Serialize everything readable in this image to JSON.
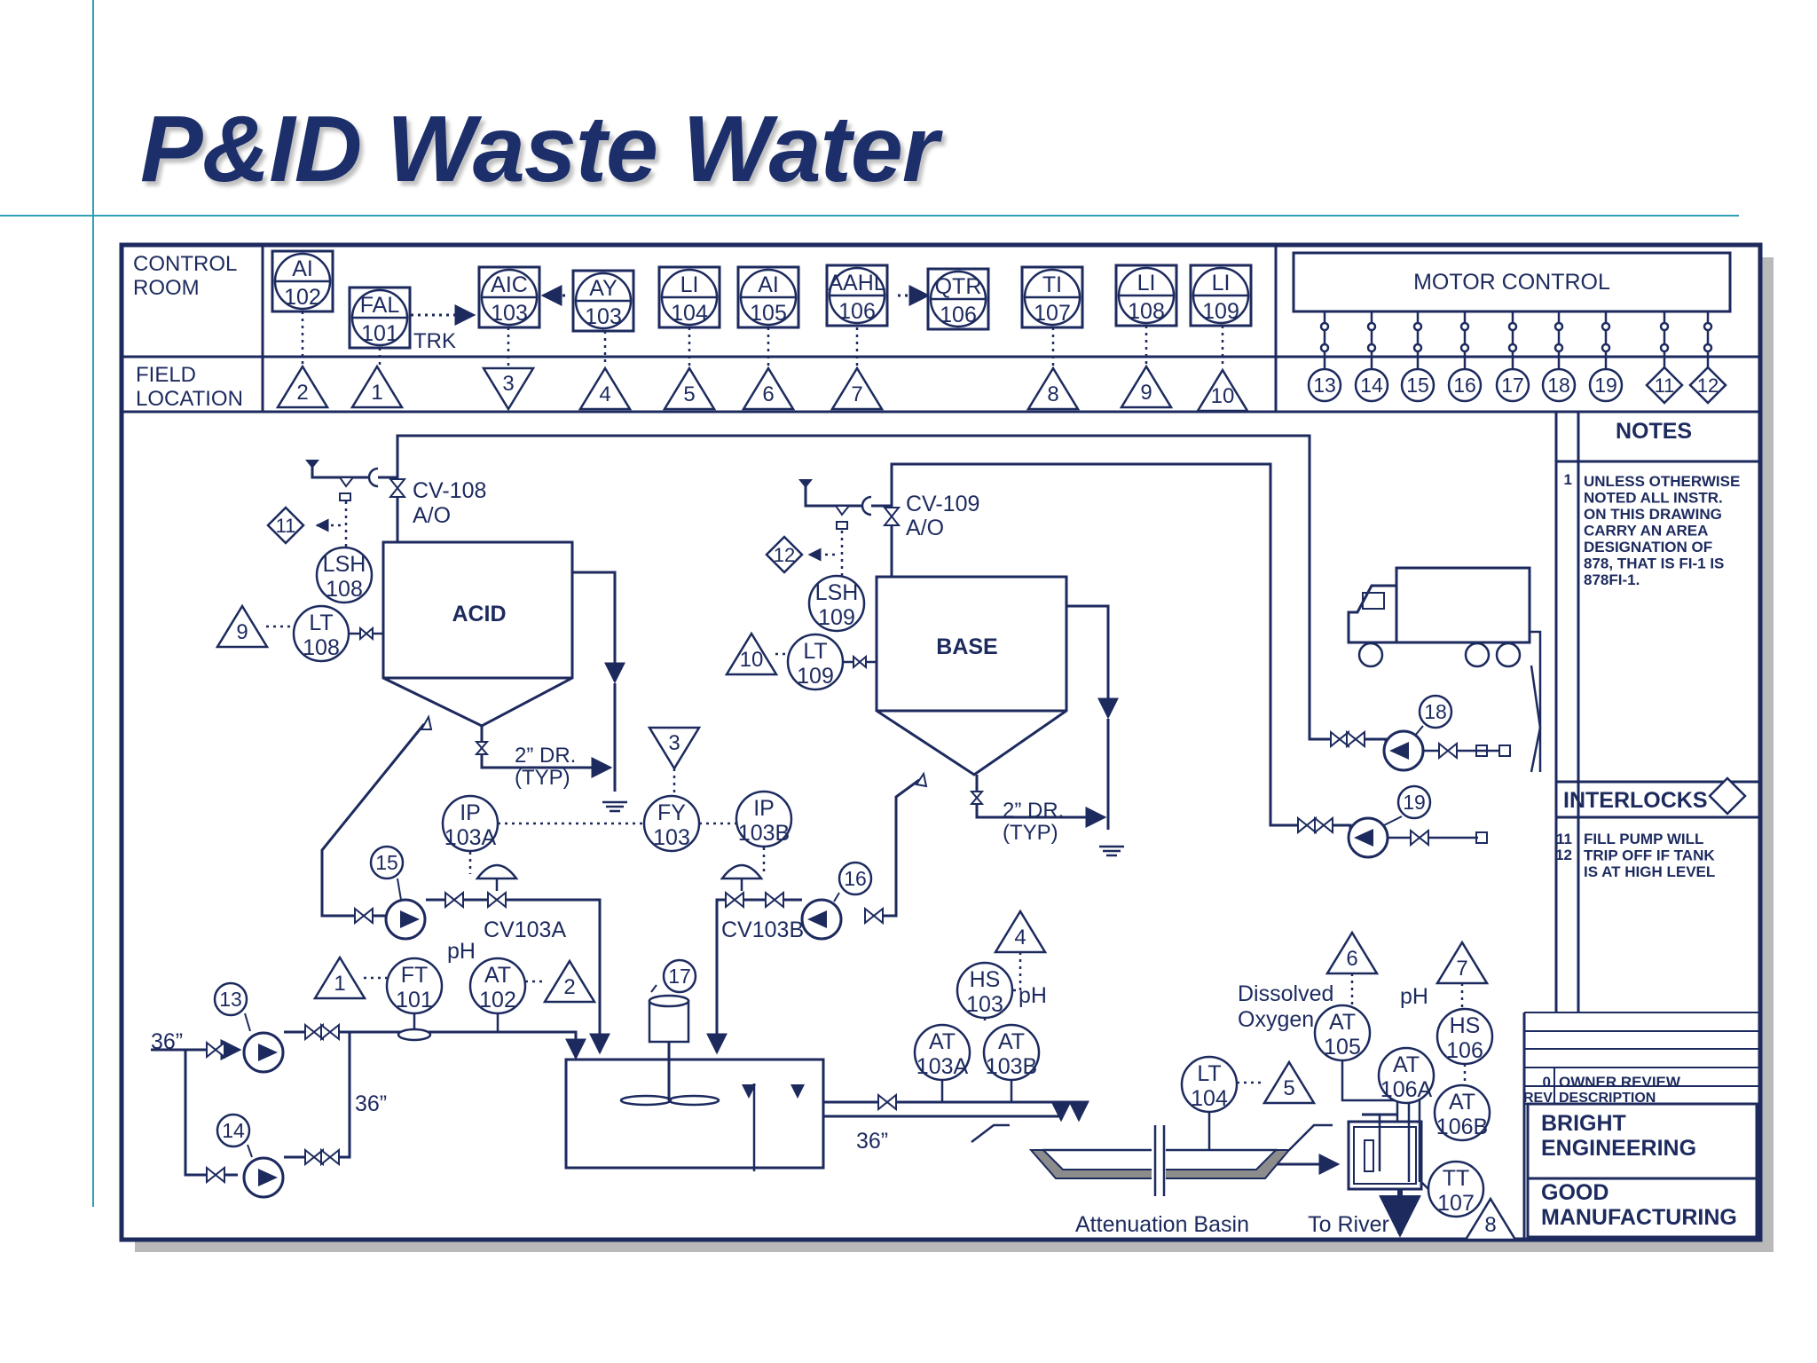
{
  "title": "P&ID Waste Water",
  "header": {
    "control_room": [
      "CONTROL",
      "ROOM"
    ],
    "field_location": [
      "FIELD",
      "LOCATION"
    ],
    "trk": "TRK",
    "motor_control": "MOTOR CONTROL"
  },
  "panel_instruments": [
    {
      "tag": "AI",
      "num": "102"
    },
    {
      "tag": "FAL",
      "num": "101"
    },
    {
      "tag": "AIC",
      "num": "103"
    },
    {
      "tag": "AY",
      "num": "103"
    },
    {
      "tag": "LI",
      "num": "104"
    },
    {
      "tag": "AI",
      "num": "105"
    },
    {
      "tag": "AAHL",
      "num": "106"
    },
    {
      "tag": "QTR",
      "num": "106"
    },
    {
      "tag": "TI",
      "num": "107"
    },
    {
      "tag": "LI",
      "num": "108"
    },
    {
      "tag": "LI",
      "num": "109"
    }
  ],
  "field_triangles": [
    "2",
    "1",
    "3",
    "4",
    "5",
    "6",
    "7",
    "8",
    "9",
    "10"
  ],
  "motor_circles": [
    "13",
    "14",
    "15",
    "16",
    "17",
    "18",
    "19"
  ],
  "motor_diamonds": [
    "11",
    "12"
  ],
  "notes": {
    "title": "NOTES",
    "number": "1",
    "lines": [
      "UNLESS OTHERWISE",
      "NOTED ALL INSTR.",
      "ON THIS DRAWING",
      "CARRY AN AREA",
      "DESIGNATION OF",
      "878, THAT IS FI-1 IS",
      "878FI-1."
    ]
  },
  "interlocks": {
    "title": "INTERLOCKS",
    "numbers": [
      "11",
      "12"
    ],
    "lines": [
      "FILL PUMP WILL",
      "TRIP OFF IF TANK",
      "IS AT HIGH LEVEL"
    ]
  },
  "revision": {
    "rev": "0",
    "desc": "OWNER REVIEW",
    "rev_header": "REV",
    "desc_header": "DESCRIPTION"
  },
  "title_block": {
    "company": [
      "BRIGHT",
      "ENGINEERING"
    ],
    "client": [
      "GOOD",
      "MANUFACTURING"
    ]
  },
  "tanks": {
    "acid": "ACID",
    "base": "BASE"
  },
  "valves": {
    "cv108": [
      "CV-108",
      "A/O"
    ],
    "cv109": [
      "CV-109",
      "A/O"
    ],
    "cv103a": "CV103A",
    "cv103b": "CV103B"
  },
  "process_instruments": [
    {
      "tag": "LSH",
      "num": "108"
    },
    {
      "tag": "LT",
      "num": "108"
    },
    {
      "tag": "LSH",
      "num": "109"
    },
    {
      "tag": "LT",
      "num": "109"
    },
    {
      "tag": "IP",
      "num": "103A"
    },
    {
      "tag": "FY",
      "num": "103"
    },
    {
      "tag": "IP",
      "num": "103B"
    },
    {
      "tag": "FT",
      "num": "101"
    },
    {
      "tag": "AT",
      "num": "102"
    },
    {
      "tag": "HS",
      "num": "103"
    },
    {
      "tag": "AT",
      "num": "103A"
    },
    {
      "tag": "AT",
      "num": "103B"
    },
    {
      "tag": "LT",
      "num": "104"
    },
    {
      "tag": "AT",
      "num": "105"
    },
    {
      "tag": "HS",
      "num": "106"
    },
    {
      "tag": "AT",
      "num": "106A"
    },
    {
      "tag": "AT",
      "num": "106B"
    },
    {
      "tag": "TT",
      "num": "107"
    }
  ],
  "pump_numbers": [
    "13",
    "14",
    "15",
    "16",
    "17",
    "18",
    "19"
  ],
  "process_triangles": [
    "9",
    "10",
    "3",
    "1",
    "2",
    "4",
    "5",
    "6",
    "7",
    "8"
  ],
  "process_diamonds": [
    "11",
    "12"
  ],
  "labels": {
    "drain": [
      "2” DR.",
      "(TYP)"
    ],
    "pipe_36": "36”",
    "ph": "pH",
    "dissolved": [
      "Dissolved",
      "Oxygen"
    ],
    "attenuation_basin": "Attenuation Basin",
    "to_river": "To River"
  },
  "colors": {
    "ink": "#1c2a5e",
    "title": "#1c2f6b",
    "guide": "#2e9fb4",
    "shadow": "#b9b9b9",
    "basin": "#8c8c8c"
  }
}
